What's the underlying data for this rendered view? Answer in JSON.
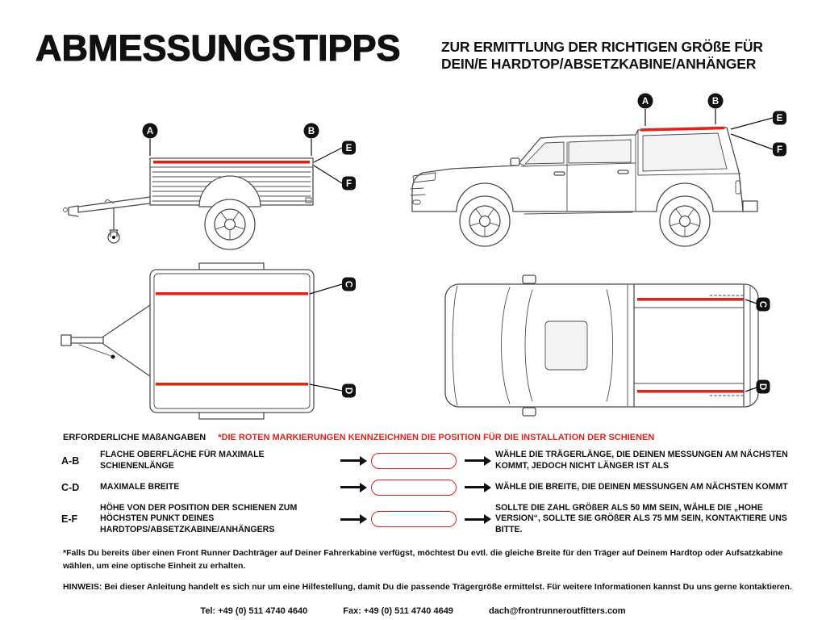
{
  "colors": {
    "red": "#e2231a",
    "ink": "#111111",
    "drawing": "#4d4d4d"
  },
  "page": {
    "title": "ABMESSUNGSTIPPS",
    "subtitle_line1": "ZUR ERMITTLUNG DER RICHTIGEN GRÖßE FÜR",
    "subtitle_line2": "DEIN/E HARDTOP/ABSETZKABINE/ANHÄNGER"
  },
  "markers": {
    "a": "A",
    "b": "B",
    "c": "C",
    "d": "D",
    "e": "E",
    "f": "F"
  },
  "measurements": {
    "heading": "ERFORDERLICHE MAßANGABEN",
    "note": "*DIE ROTEN MARKIERUNGEN KENNZEICHNEN DIE POSITION FÜR DIE INSTALLATION DER SCHIENEN",
    "rows": [
      {
        "key": "A-B",
        "desc": "FLACHE OBERFLÄCHE FÜR MAXIMALE SCHIENENLÄNGE",
        "result": "WÄHLE DIE TRÄGERLÄNGE, DIE DEINEN MESSUNGEN AM NÄCHSTEN KOMMT, JEDOCH NICHT LÄNGER IST ALS"
      },
      {
        "key": "C-D",
        "desc": "MAXIMALE BREITE",
        "result": "WÄHLE DIE BREITE, DIE DEINEN MESSUNGEN AM NÄCHSTEN KOMMT"
      },
      {
        "key": "E-F",
        "desc": "HÖHE VON DER POSITION DER SCHIENEN ZUM HÖCHSTEN PUNKT DEINES HARDTOPS/ABSETZKABINE/ANHÄNGERS",
        "result": "SOLLTE DIE ZAHL GRÖßER ALS 50 MM SEIN, WÄHLE DIE „HOHE VERSION“, SOLLTE SIE GRÖßER ALS 75 MM SEIN, KONTAKTIERE UNS BITTE."
      }
    ]
  },
  "footnotes": {
    "asterisk": "*Falls Du bereits über einen Front Runner Dachträger auf Deiner Fahrerkabine verfügst, möchtest Du evtl. die gleiche Breite für den Träger auf Deinem Hardtop oder Aufsatzkabine wählen, um eine optische Einheit zu erhalten.",
    "hinweis": "HINWEIS: Bei dieser Anleitung handelt es sich nur um eine Hilfestellung, damit Du die passende Trägergröße ermittelst. Für weitere Informationen kannst Du uns gerne kontaktieren."
  },
  "contact": {
    "tel": "Tel: +49 (0) 511 4740 4640",
    "fax": "Fax: +49 (0) 511 4740 4649",
    "email": "dach@frontrunneroutfitters.com"
  }
}
